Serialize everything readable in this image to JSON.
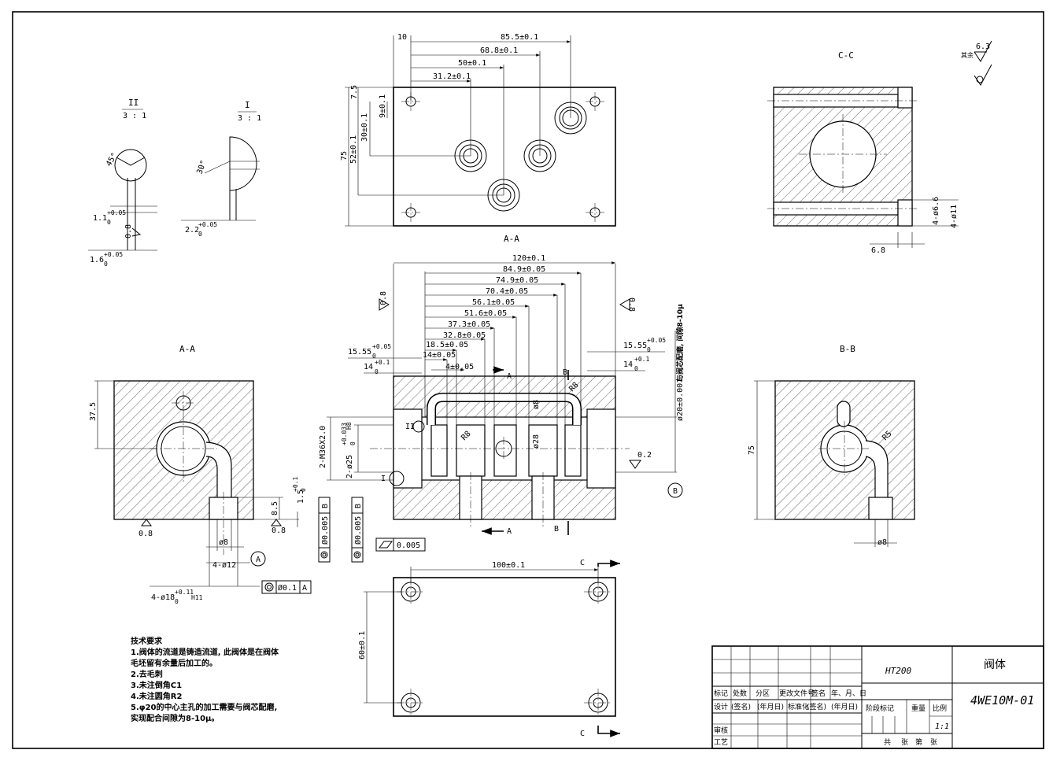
{
  "views": {
    "top": {
      "dims": [
        "10",
        "85.5±0.1",
        "68.8±0.1",
        "50±0.1",
        "31.2±0.1",
        "7.5",
        "9±0.1",
        "30±0.1",
        "52±0.1",
        "75"
      ]
    },
    "detail_ii": {
      "label": "II",
      "scale": "3 : 1",
      "angle": "45°",
      "d1": "1.1",
      "d1_tol_up": "+0.05",
      "d1_tol_low": "0",
      "d2": "0.8",
      "d3": "1.6",
      "d3_tol_up": "+0.05",
      "d3_tol_low": "0"
    },
    "detail_i": {
      "label": "I",
      "scale": "3 : 1",
      "angle": "30°",
      "d1": "2.2",
      "d1_tol_up": "+0.05",
      "d1_tol_low": "0"
    },
    "cc": {
      "title": "C-C",
      "dims": [
        "4-ø6.6",
        "4-ø11",
        "6.8"
      ],
      "roughness": "6.3",
      "roughness_label": "其余"
    },
    "aa_center": {
      "title": "A-A",
      "dims": [
        "120±0.1",
        "84.9±0.05",
        "74.9±0.05",
        "70.4±0.05",
        "56.1±0.05",
        "51.6±0.05",
        "37.3±0.05",
        "32.8±0.05",
        "18.5±0.05",
        "14±0.05",
        "4±0.05",
        "15.55",
        "+0.05",
        "0",
        "14",
        "+0.1",
        "0",
        "15.55",
        "+0.05",
        "0",
        "14",
        "+0.1",
        "0"
      ],
      "left_dims": [
        "2-M36X2.0",
        "2-ø25",
        "+0.033",
        "0",
        "H8"
      ],
      "inner": [
        "ø8",
        "ø28",
        "R8",
        "R8"
      ],
      "right_dim": "ø20±0.001",
      "right_note": "与阀芯配磨, 间隙8-10μ",
      "roughness": [
        "0.8",
        "0.8",
        "0.2"
      ],
      "markers": [
        "A",
        "A",
        "B",
        "B",
        "I",
        "II",
        "B"
      ],
      "gdt": [
        "Ø0.005",
        "B",
        "Ø0.005",
        "B",
        "0.005"
      ]
    },
    "aa_left": {
      "title": "A-A",
      "dims": [
        "37.5",
        "8.5",
        "1.5",
        "+0.1",
        "0",
        "ø8",
        "4-ø12",
        "4-ø18",
        "+0.11",
        "0",
        "H11",
        "0.8",
        "0.8"
      ],
      "datum": "A",
      "gdt": [
        "Ø0.1",
        "A"
      ]
    },
    "bb": {
      "title": "B-B",
      "dims": [
        "75",
        "ø8",
        "R5"
      ]
    },
    "bottom": {
      "dims": [
        "100±0.1",
        "60±0.1"
      ],
      "markers": [
        "C",
        "C"
      ]
    }
  },
  "notes": {
    "title": "技术要求",
    "lines": [
      "1.阀体的流道是铸造流道, 此阀体是在阀体",
      "毛坯留有余量后加工的。",
      "2.去毛刺",
      "3.未注倒角C1",
      "4.未注圆角R2",
      "5.φ20的中心主孔的加工需要与阀芯配磨,",
      "实现配合间隙为8-10μ。"
    ]
  },
  "title_block": {
    "material": "HT200",
    "part_name": "阀体",
    "drawing_no": "4WE10M-01",
    "row_labels": [
      "标记",
      "处数",
      "分区",
      "更改文件号",
      "签名",
      "年、月、日"
    ],
    "row2": [
      "设计",
      "(签名)",
      "(年月日)",
      "标准化",
      "(签名)",
      "(年月日)"
    ],
    "row3": [
      "审核"
    ],
    "row4": [
      "工艺"
    ],
    "stage": "阶段标记",
    "weight": "重量",
    "scale_label": "比例",
    "scale": "1:1",
    "sheets": [
      "共",
      "张",
      "第",
      "张"
    ]
  }
}
